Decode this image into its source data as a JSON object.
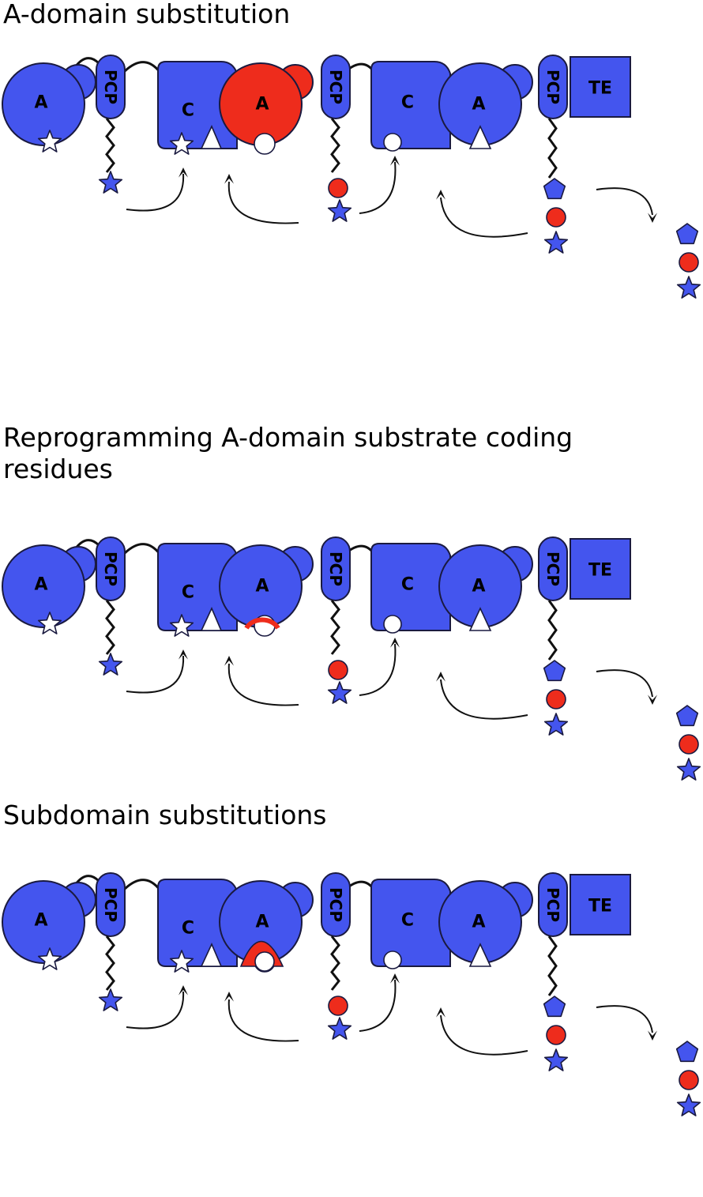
{
  "colors": {
    "blue": "#4455ee",
    "red": "#ee2c1c",
    "stroke": "#1a1a40",
    "white": "#ffffff"
  },
  "labels": {
    "a": "A",
    "c": "C",
    "pcp": "PCP",
    "te": "TE"
  },
  "panels": [
    {
      "title": "A-domain substitution",
      "variant": "whole-domain"
    },
    {
      "title": "Reprogramming A-domain substrate coding\nresidues",
      "variant": "pocket-residues"
    },
    {
      "title": "Subdomain substitutions",
      "variant": "subdomain"
    }
  ]
}
